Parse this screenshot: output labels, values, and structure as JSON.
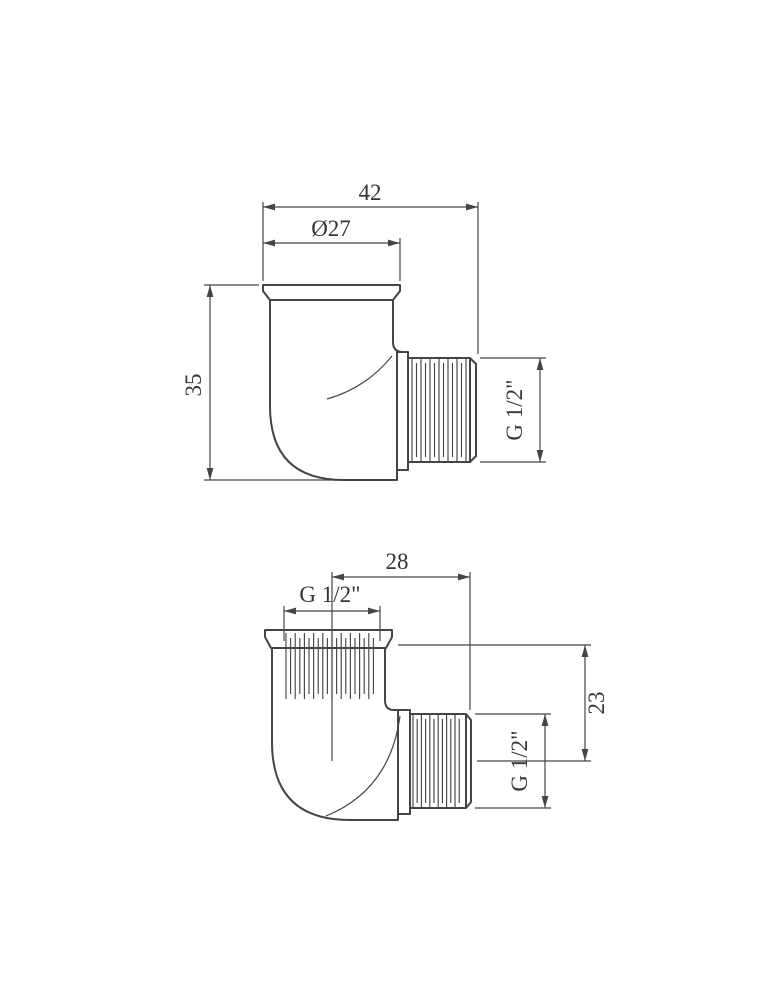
{
  "drawing": {
    "colors": {
      "line": "#454545",
      "text": "#353535",
      "background": "#ffffff"
    },
    "top_view": {
      "total_width_label": "42",
      "diameter_label": "Ø27",
      "height_label": "35",
      "thread_label": "G 1/2\""
    },
    "bottom_view": {
      "width_label": "28",
      "top_thread_label": "G 1/2\"",
      "height_label": "23",
      "right_thread_label": "G 1/2\""
    }
  }
}
